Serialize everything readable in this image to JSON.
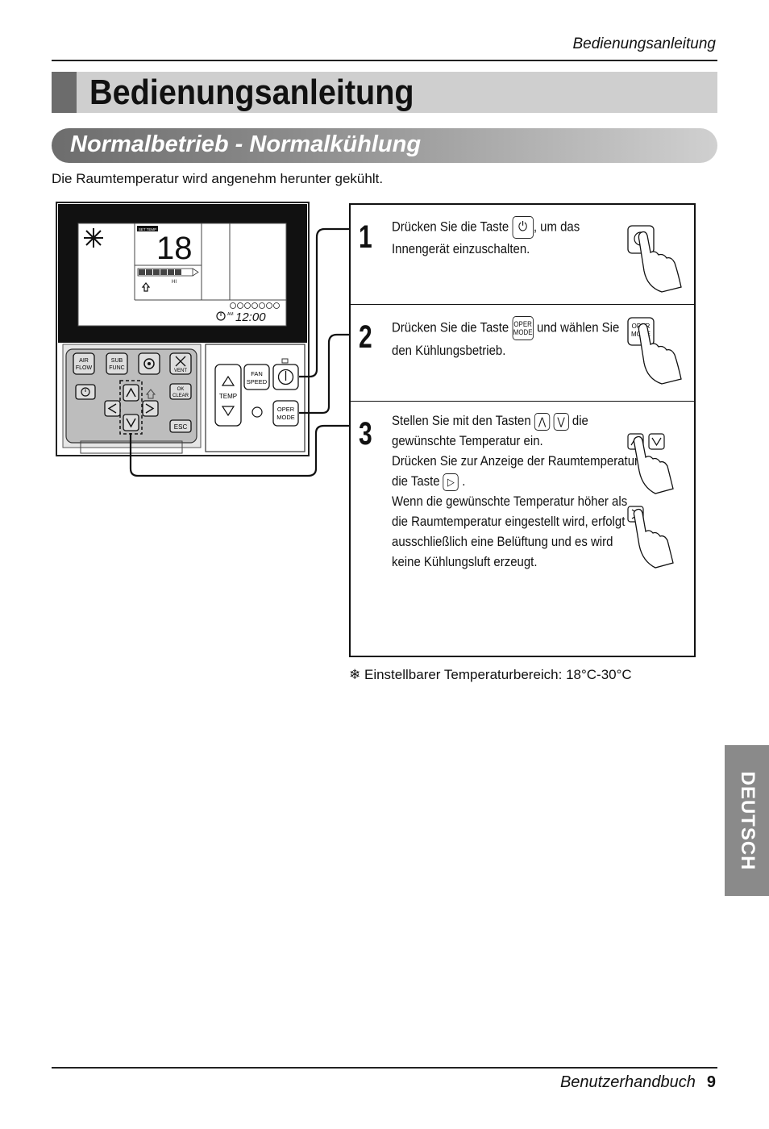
{
  "header": {
    "running_title": "Bedienungsanleitung"
  },
  "title": "Bedienungsanleitung",
  "section": {
    "title": "Normalbetrieb - Normalkühlung"
  },
  "intro": "Die Raumtemperatur wird angenehm herunter gekühlt.",
  "remote": {
    "lcd": {
      "set_temp_label": "SET TEMP",
      "temperature": "18",
      "fan_level_label": "HI",
      "am_label": "AM",
      "clock": "12:00"
    },
    "buttons": {
      "air_flow": [
        "AIR",
        "FLOW"
      ],
      "sub_func": [
        "SUB",
        "FUNC"
      ],
      "vent": "VENT",
      "ok_clear": [
        "OK",
        "CLEAR"
      ],
      "esc": "ESC",
      "fan_speed": [
        "FAN",
        "SPEED"
      ],
      "temp": "TEMP",
      "oper_mode": [
        "OPER",
        "MODE"
      ]
    },
    "icons": [
      "snowflake-icon",
      "power-icon",
      "timer-icon",
      "gear-icon",
      "arrow-up-icon",
      "arrow-down-icon",
      "arrow-left-icon",
      "arrow-right-icon"
    ]
  },
  "steps": [
    {
      "number": "1",
      "lines": [
        "Drücken Sie die Taste",
        ", um das",
        "Innengerät einzuschalten."
      ]
    },
    {
      "number": "2",
      "lines": [
        "Drücken Sie die Taste",
        "und wählen Sie",
        "den Kühlungsbetrieb."
      ]
    },
    {
      "number": "3",
      "lines": [
        "Stellen Sie mit den Tasten",
        "die",
        "gewünschte Temperatur ein.",
        "Drücken Sie zur Anzeige der Raumtemperatur",
        "die Taste",
        ".",
        "Wenn die gewünschte Temperatur höher als",
        "die Raumtemperatur eingestellt wird, erfolgt",
        "ausschließlich eine Belüftung und es wird",
        "keine Kühlungsluft erzeugt."
      ]
    }
  ],
  "key_glyphs": {
    "oper": [
      "OPER",
      "MODE"
    ],
    "up": "⋀",
    "down": "⋁",
    "right": "▷"
  },
  "footnote": {
    "symbol": "❄",
    "text": "Einstellbarer Temperaturbereich: 18°C-30°C"
  },
  "side_tab": "DEUTSCH",
  "footer": {
    "label": "Benutzerhandbuch",
    "page": "9"
  }
}
